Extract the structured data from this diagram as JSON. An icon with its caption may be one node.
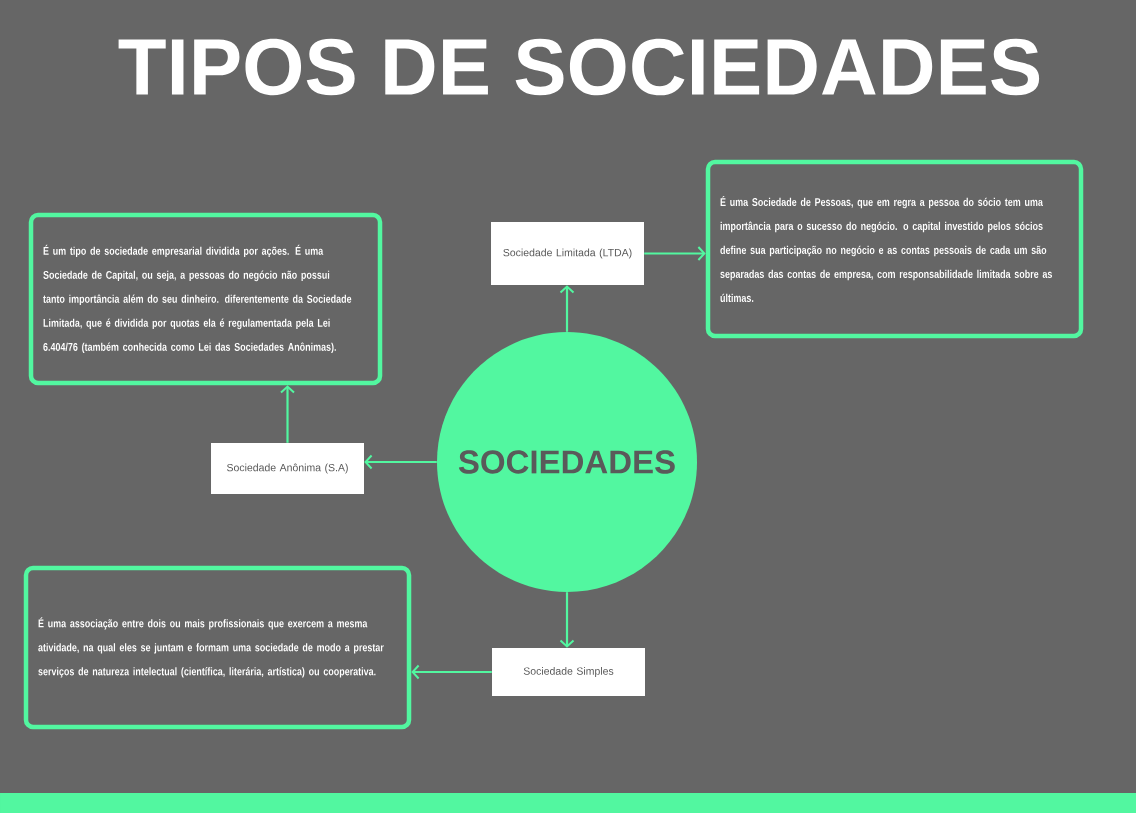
{
  "diagram": {
    "title": "TIPOS DE SOCIEDADES",
    "nodes": [
      {
        "text": [
          "SOCIEDADES"
        ]
      },
      {
        "text": [
          "Sociedade Limitada (LTDA)"
        ]
      },
      {
        "text": [
          "É uma Sociedade de Pessoas, que em regra a pessoa do sócio tem uma importância para o sucesso do negócio. o capital investido pelos sócios define sua participação no negócio e as contas pessoais de cada um são separadas das contas de empresa, com responsabilidade limitada sobre as últimas."
        ]
      },
      {
        "text": [
          "Sociedade Anônima (S.A)"
        ]
      },
      {
        "text": [
          "É um tipo de sociedade empresarial dividida por ações. É uma Sociedade de Capital, ou seja, a pessoas do negócio não possui tanto importância além do seu dinheiro. diferentemente da Sociedade Limitada, que é dividida por quotas ela é regulamentada pela Lei 6.404/76 (também conhecida como Lei das Sociedades Anônimas)."
        ]
      },
      {
        "text": [
          "Sociedade Simples"
        ]
      },
      {
        "text": [
          "É uma associação entre dois ou mais profissionais que exercem a mesma atividade, na qual eles se juntam e formam uma sociedade de modo a prestar serviços de natureza intelectual (científica, literária, artística) ou cooperativa."
        ]
      }
    ],
    "edges": [
      {
        "from": 0,
        "to": 1,
        "arrow": "to"
      },
      {
        "from": 1,
        "to": 2,
        "arrow": "to"
      },
      {
        "from": 0,
        "to": 3,
        "arrow": "to"
      },
      {
        "from": 3,
        "to": 4,
        "arrow": "to"
      },
      {
        "from": 0,
        "to": 5,
        "arrow": "to"
      },
      {
        "from": 5,
        "to": 6,
        "arrow": "to"
      }
    ]
  }
}
